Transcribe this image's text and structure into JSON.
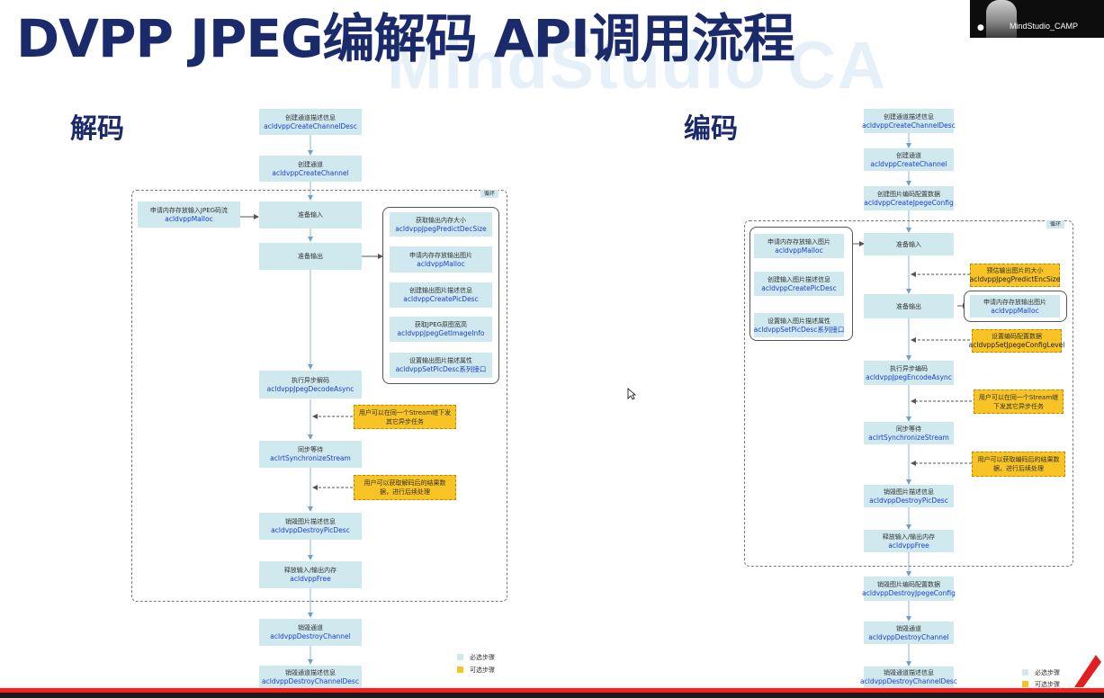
{
  "title": "DVPP JPEG编解码 API调用流程",
  "watermark": "MindStudio CA",
  "video": {
    "name": "MindStudio_CAMP"
  },
  "legend": {
    "required": "必选步骤",
    "optional": "可选步骤"
  },
  "loop_label": "循环",
  "decode": {
    "title": "解码",
    "steps": {
      "create_desc": {
        "cn": "创建通道描述信息",
        "en": "acldvppCreateChannelDesc"
      },
      "create_channel": {
        "cn": "创建通道",
        "en": "acldvppCreateChannel"
      },
      "prepare_input": {
        "cn": "准备输入",
        "en": ""
      },
      "prepare_output": {
        "cn": "准备输出",
        "en": ""
      },
      "malloc_input": {
        "cn": "申请内存存放输入JPEG码流",
        "en": "acldvppMalloc"
      },
      "predict_size": {
        "cn": "获取输出内存大小",
        "en": "acldvppJpegPredictDecSize"
      },
      "malloc_output": {
        "cn": "申请内存存放输出图片",
        "en": "acldvppMalloc"
      },
      "create_pic_desc": {
        "cn": "创建输出图片描述信息",
        "en": "acldvppCreatePicDesc"
      },
      "get_image_info": {
        "cn": "获取JPEG原图宽高",
        "en": "acldvppJpegGetImageInfo"
      },
      "set_pic_desc": {
        "cn": "设置输出图片描述属性",
        "en": "acldvppSetPicDesc系列接口"
      },
      "decode_async": {
        "cn": "执行异步解码",
        "en": "acldvppJpegDecodeAsync"
      },
      "note_stream": {
        "cn": "用户可以在同一个Stream继下发其它异步任务",
        "en": ""
      },
      "sync": {
        "cn": "同步等待",
        "en": "aclrtSynchronizeStream"
      },
      "note_post": {
        "cn": "用户可以获取解码后的结果数据，进行后续处理",
        "en": ""
      },
      "destroy_pic_desc": {
        "cn": "销毁图片描述信息",
        "en": "acldvppDestroyPicDesc"
      },
      "free": {
        "cn": "释放输入/输出内存",
        "en": "acldvppFree"
      },
      "destroy_channel": {
        "cn": "销毁通道",
        "en": "acldvppDestroyChannel"
      },
      "destroy_desc": {
        "cn": "销毁通道描述信息",
        "en": "acldvppDestroyChannelDesc"
      }
    }
  },
  "encode": {
    "title": "编码",
    "steps": {
      "create_desc": {
        "cn": "创建通道描述信息",
        "en": "acldvppCreateChannelDesc"
      },
      "create_channel": {
        "cn": "创建通道",
        "en": "acldvppCreateChannel"
      },
      "create_config": {
        "cn": "创建图片编码配置数据",
        "en": "acldvppCreateJpegeConfig"
      },
      "prepare_input": {
        "cn": "准备输入",
        "en": ""
      },
      "malloc_input": {
        "cn": "申请内存存放输入图片",
        "en": "acldvppMalloc"
      },
      "create_pic_desc": {
        "cn": "创建输入图片描述信息",
        "en": "acldvppCreatePicDesc"
      },
      "set_pic_desc": {
        "cn": "设置输入图片描述属性",
        "en": "acldvppSetPicDesc系列接口"
      },
      "predict_size": {
        "cn": "预估输出图片的大小",
        "en": "acldvppJpegPredictEncSize"
      },
      "prepare_output": {
        "cn": "准备输出",
        "en": ""
      },
      "malloc_output": {
        "cn": "申请内存存放输出图片",
        "en": "acldvppMalloc"
      },
      "set_config": {
        "cn": "设置编码配置数据",
        "en": "acldvppSetJpegeConfigLevel"
      },
      "encode_async": {
        "cn": "执行异步编码",
        "en": "acldvppJpegEncodeAsync"
      },
      "note_stream": {
        "cn": "用户可以在同一个Stream继下发其它异步任务",
        "en": ""
      },
      "sync": {
        "cn": "同步等待",
        "en": "aclrtSynchronizeStream"
      },
      "note_post": {
        "cn": "用户可以获取编码后的结果数据，进行后续处理",
        "en": ""
      },
      "destroy_pic_desc": {
        "cn": "销毁图片描述信息",
        "en": "acldvppDestroyPicDesc"
      },
      "free": {
        "cn": "释放输入/输出内存",
        "en": "acldvppFree"
      },
      "destroy_config": {
        "cn": "销毁图片编码配置数据",
        "en": "acldvppDestroyJpegeConfig"
      },
      "destroy_channel": {
        "cn": "销毁通道",
        "en": "acldvppDestroyChannel"
      },
      "destroy_desc": {
        "cn": "销毁通道描述信息",
        "en": "acldvppDestroyChannelDesc"
      }
    }
  }
}
